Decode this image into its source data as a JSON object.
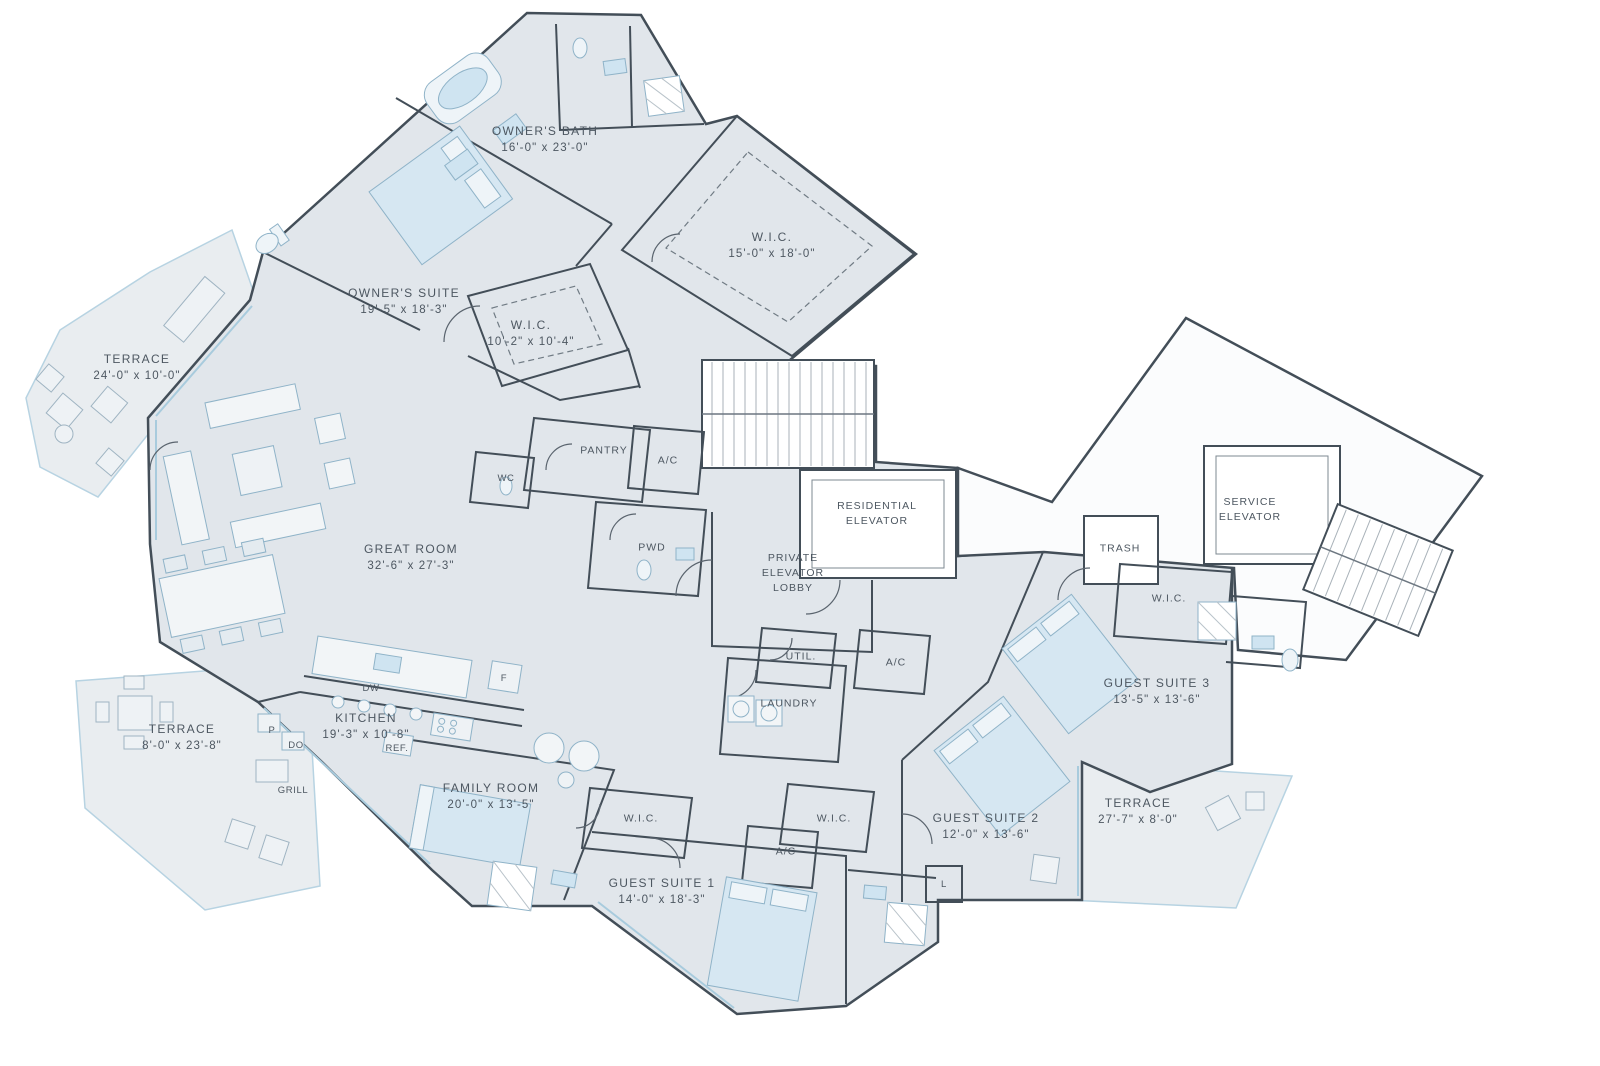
{
  "floorplan": {
    "rooms": [
      {
        "name": "OWNER'S BATH",
        "dims": "16'-0\" x 23'-0\""
      },
      {
        "name": "W.I.C.",
        "dims": "15'-0\" x 18'-0\""
      },
      {
        "name": "OWNER'S SUITE",
        "dims": "19'-5\" x 18'-3\""
      },
      {
        "name": "W.I.C.",
        "dims": "10'-2\" x 10'-4\""
      },
      {
        "name": "TERRACE",
        "dims": "24'-0\" x 10'-0\""
      },
      {
        "name": "GREAT ROOM",
        "dims": "32'-6\" x 27'-3\""
      },
      {
        "name": "KITCHEN",
        "dims": "19'-3\" x 10'-8\""
      },
      {
        "name": "TERRACE",
        "dims": "8'-0\" x 23'-8\""
      },
      {
        "name": "FAMILY ROOM",
        "dims": "20'-0\" x 13'-5\""
      },
      {
        "name": "GUEST SUITE 1",
        "dims": "14'-0\" x 18'-3\""
      },
      {
        "name": "GUEST SUITE 2",
        "dims": "12'-0\" x 13'-6\""
      },
      {
        "name": "GUEST SUITE 3",
        "dims": "13'-5\" x 13'-6\""
      },
      {
        "name": "TERRACE",
        "dims": "27'-7\" x 8'-0\""
      }
    ],
    "areas": {
      "pantry": "PANTRY",
      "wc": "WC",
      "ac": "A/C",
      "residential_elevator": "RESIDENTIAL ELEVATOR",
      "service_elevator": "SERVICE ELEVATOR",
      "trash": "TRASH",
      "pwd": "PWD",
      "private_elevator_lobby": "PRIVATE ELEVATOR LOBBY",
      "util": "UTIL.",
      "laundry": "LAUNDRY",
      "wic": "W.I.C.",
      "dw": "DW",
      "f": "F",
      "p": "P",
      "do": "DO",
      "ref": "REF.",
      "grill": "GRILL",
      "l": "L"
    }
  }
}
